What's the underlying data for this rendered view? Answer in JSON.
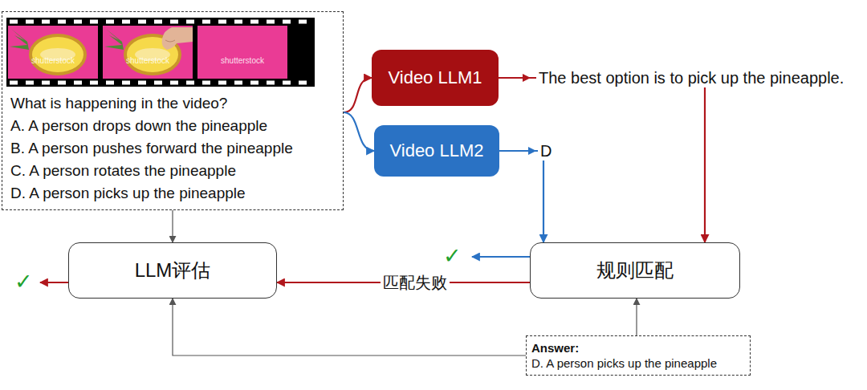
{
  "diagram": {
    "nodes": [
      {
        "text": [
          "What is happening in the video?",
          "A. A person drops down the pineapple",
          "B. A person pushes forward the pineapple",
          "C. A person rotates the pineapple",
          "D. A person picks up the pineapple"
        ]
      },
      {
        "text": [
          "Video LLM1"
        ]
      },
      {
        "text": [
          "Video LLM2"
        ]
      },
      {
        "text": [
          "LLM评估"
        ]
      },
      {
        "text": [
          "规则匹配"
        ]
      },
      {
        "text": [
          "Answer:",
          "D. A person picks up the pineapple"
        ]
      }
    ],
    "edges": [
      {
        "from": 0,
        "to": 1,
        "arrow": "to"
      },
      {
        "from": 0,
        "to": 2,
        "arrow": "to"
      },
      {
        "from": 1,
        "to": 4,
        "label": "The best option is to pick up the pineapple.",
        "arrow": "to"
      },
      {
        "from": 2,
        "to": 4,
        "label": "D",
        "arrow": "to"
      },
      {
        "from": 4,
        "to": 3,
        "label": "匹配失败",
        "arrow": "to"
      },
      {
        "from": 0,
        "to": 3,
        "arrow": "to"
      },
      {
        "from": 5,
        "to": 4,
        "arrow": "to"
      },
      {
        "from": 5,
        "to": 3,
        "arrow": "to"
      }
    ],
    "labels": [
      "shutterstock",
      "shutterstock",
      "shutterstock",
      "✓",
      "✓"
    ]
  }
}
